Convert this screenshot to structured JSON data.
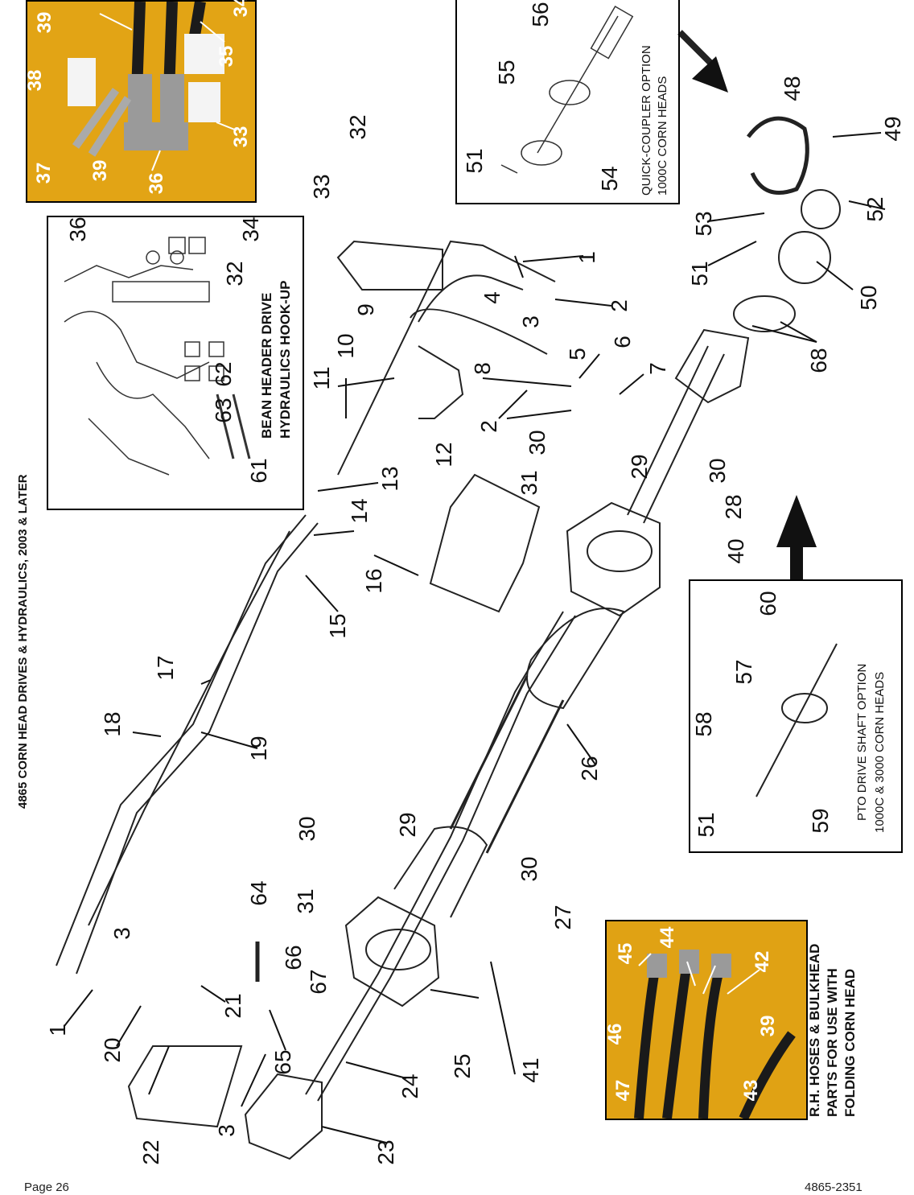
{
  "page_title": "4865 CORN HEAD DRIVES & HYDRAULICS, 2003 & LATER",
  "footer": {
    "left": "Page 26",
    "right": "4865-2351"
  },
  "insets": {
    "bean_header": {
      "line1": "BEAN HEADER DRIVE",
      "line2": "HYDRAULICS HOOK-UP"
    },
    "quick_coupler": {
      "line1": "QUICK-COUPLER OPTION",
      "line2": "1000C CORN HEADS"
    },
    "pto_drive": {
      "line1": "PTO DRIVE SHAFT OPTION",
      "line2": "1000C & 3000 CORN HEADS"
    },
    "rh_hoses": {
      "line1": "R.H. HOSES & BULKHEAD",
      "line2": "PARTS FOR USE WITH",
      "line3": "FOLDING CORN HEAD"
    }
  },
  "callouts": [
    {
      "id": "c39a",
      "text": "39"
    },
    {
      "id": "c38",
      "text": "38"
    },
    {
      "id": "c37",
      "text": "37"
    },
    {
      "id": "c39b",
      "text": "39"
    },
    {
      "id": "c36a",
      "text": "36"
    },
    {
      "id": "c33a",
      "text": "33"
    },
    {
      "id": "c35",
      "text": "35"
    },
    {
      "id": "c34a",
      "text": "34"
    },
    {
      "id": "c36b",
      "text": "36"
    },
    {
      "id": "c34b",
      "text": "34"
    },
    {
      "id": "c32a",
      "text": "32"
    },
    {
      "id": "c62",
      "text": "62"
    },
    {
      "id": "c63",
      "text": "63"
    },
    {
      "id": "c61",
      "text": "61"
    },
    {
      "id": "c56",
      "text": "56"
    },
    {
      "id": "c55",
      "text": "55"
    },
    {
      "id": "c51a",
      "text": "51"
    },
    {
      "id": "c54",
      "text": "54"
    },
    {
      "id": "c48",
      "text": "48"
    },
    {
      "id": "c49",
      "text": "49"
    },
    {
      "id": "c53",
      "text": "53"
    },
    {
      "id": "c52",
      "text": "52"
    },
    {
      "id": "c51b",
      "text": "51"
    },
    {
      "id": "c50",
      "text": "50"
    },
    {
      "id": "c68",
      "text": "68"
    },
    {
      "id": "c32b",
      "text": "32"
    },
    {
      "id": "c33b",
      "text": "33"
    },
    {
      "id": "c1a",
      "text": "1"
    },
    {
      "id": "c2a",
      "text": "2"
    },
    {
      "id": "c4",
      "text": "4"
    },
    {
      "id": "c3a",
      "text": "3"
    },
    {
      "id": "c9",
      "text": "9"
    },
    {
      "id": "c10",
      "text": "10"
    },
    {
      "id": "c11",
      "text": "11"
    },
    {
      "id": "c5",
      "text": "5"
    },
    {
      "id": "c6",
      "text": "6"
    },
    {
      "id": "c7",
      "text": "7"
    },
    {
      "id": "c8",
      "text": "8"
    },
    {
      "id": "c2b",
      "text": "2"
    },
    {
      "id": "c12",
      "text": "12"
    },
    {
      "id": "c13",
      "text": "13"
    },
    {
      "id": "c14",
      "text": "14"
    },
    {
      "id": "c15",
      "text": "15"
    },
    {
      "id": "c16",
      "text": "16"
    },
    {
      "id": "c30a",
      "text": "30"
    },
    {
      "id": "c29a",
      "text": "29"
    },
    {
      "id": "c31a",
      "text": "31"
    },
    {
      "id": "c30b",
      "text": "30"
    },
    {
      "id": "c28",
      "text": "28"
    },
    {
      "id": "c40",
      "text": "40"
    },
    {
      "id": "c60",
      "text": "60"
    },
    {
      "id": "c57",
      "text": "57"
    },
    {
      "id": "c58",
      "text": "58"
    },
    {
      "id": "c51c",
      "text": "51"
    },
    {
      "id": "c59",
      "text": "59"
    },
    {
      "id": "c17",
      "text": "17"
    },
    {
      "id": "c18",
      "text": "18"
    },
    {
      "id": "c19",
      "text": "19"
    },
    {
      "id": "c26",
      "text": "26"
    },
    {
      "id": "c30c",
      "text": "30"
    },
    {
      "id": "c29b",
      "text": "29"
    },
    {
      "id": "c31b",
      "text": "31"
    },
    {
      "id": "c30d",
      "text": "30"
    },
    {
      "id": "c27",
      "text": "27"
    },
    {
      "id": "c41",
      "text": "41"
    },
    {
      "id": "c25",
      "text": "25"
    },
    {
      "id": "c24",
      "text": "24"
    },
    {
      "id": "c23",
      "text": "23"
    },
    {
      "id": "c64",
      "text": "64"
    },
    {
      "id": "c66",
      "text": "66"
    },
    {
      "id": "c67",
      "text": "67"
    },
    {
      "id": "c65",
      "text": "65"
    },
    {
      "id": "c21",
      "text": "21"
    },
    {
      "id": "c3b",
      "text": "3"
    },
    {
      "id": "c3c",
      "text": "3"
    },
    {
      "id": "c20",
      "text": "20"
    },
    {
      "id": "c1b",
      "text": "1"
    },
    {
      "id": "c22",
      "text": "22"
    },
    {
      "id": "c44",
      "text": "44"
    },
    {
      "id": "c45",
      "text": "45"
    },
    {
      "id": "c42",
      "text": "42"
    },
    {
      "id": "c46",
      "text": "46"
    },
    {
      "id": "c39c",
      "text": "39"
    },
    {
      "id": "c47",
      "text": "47"
    },
    {
      "id": "c43",
      "text": "43"
    }
  ],
  "colors": {
    "photo_bg": "#e7a717",
    "ink": "#111111",
    "hose": "#1b1b1b"
  }
}
